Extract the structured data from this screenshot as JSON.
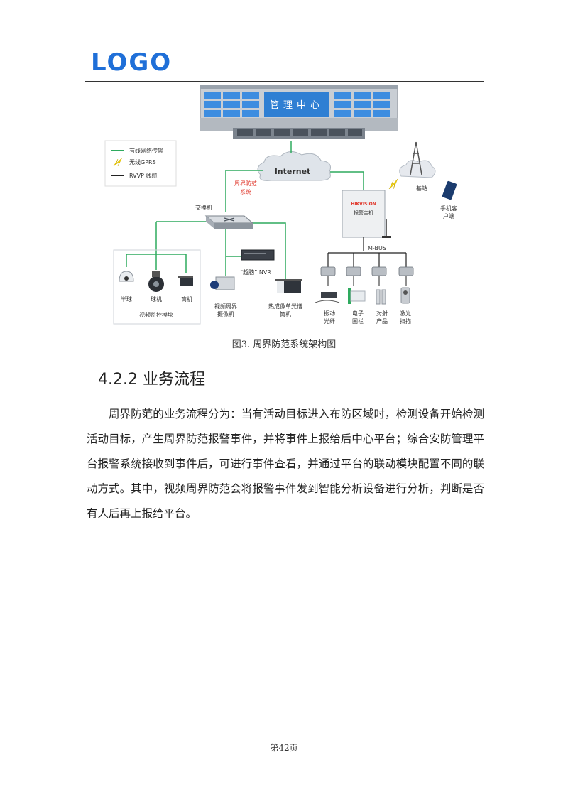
{
  "header": {
    "logo": "LOGO"
  },
  "diagram": {
    "center_title": "管理中心",
    "internet": "Internet",
    "legend": {
      "wired": "有线网络传输",
      "gprs": "无线GPRS",
      "rvvp": "RVVP 线缆"
    },
    "system_label_line1": "周界防范",
    "system_label_line2": "系统",
    "switch": "交换机",
    "base_station": "基站",
    "mobile_line1": "手机客",
    "mobile_line2": "户端",
    "alarm_brand": "HIKVISION",
    "alarm_host": "报警主机",
    "mbus": "M-BUS",
    "nvr": "“超脑” NVR",
    "dome": "半球",
    "ptz": "球机",
    "bullet": "筒机",
    "video_module": "视频监控模块",
    "video_perimeter_line1": "视频周界",
    "video_perimeter_line2": "摄像机",
    "thermal_line1": "热成像单光谱",
    "thermal_line2": "筒机",
    "fiber_line1": "振动",
    "fiber_line2": "光纤",
    "fence_line1": "电子",
    "fence_line2": "围栏",
    "beam_line1": "对射",
    "beam_line2": "产品",
    "laser_line1": "激光",
    "laser_line2": "扫描"
  },
  "caption": "图3. 周界防范系统架构图",
  "section": {
    "heading": "4.2.2 业务流程",
    "paragraph": "周界防范的业务流程分为：当有活动目标进入布防区域时，检测设备开始检测活动目标，产生周界防范报警事件，并将事件上报给后中心平台；综合安防管理平台报警系统接收到事件后，可进行事件查看，并通过平台的联动模块配置不同的联动方式。其中，视频周界防范会将报警事件发到智能分析设备进行分析，判断是否有人后再上报给平台。"
  },
  "footer": {
    "page": "第42页"
  },
  "colors": {
    "logo": "#1f6fd8",
    "wired": "#2eaa5e",
    "accent_red": "#e03a2e",
    "screen": "#3d8de0"
  }
}
